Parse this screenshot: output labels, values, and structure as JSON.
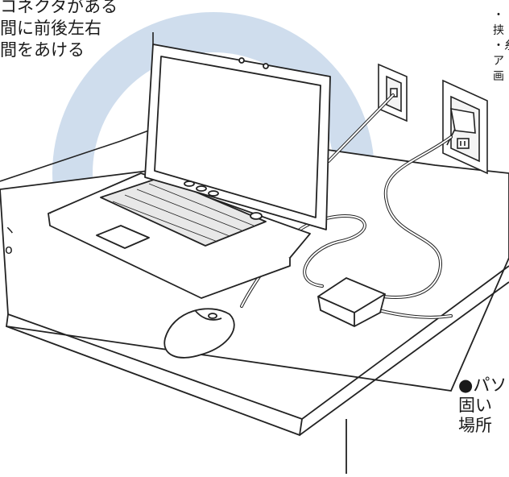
{
  "captions": {
    "top_left": [
      "コネクタがある",
      "間に前後左右",
      "間をあける"
    ],
    "top_right": [
      "・",
      "挟",
      "・糸",
      "ア",
      "画"
    ],
    "bottom_right": [
      "●パソ",
      "固い",
      "場所"
    ],
    "left_marks": [
      "ヽ",
      "o"
    ]
  },
  "colors": {
    "highlight_circle": "#cfdded",
    "line": "#222222",
    "desk_top": "#ffffff",
    "laptop_screen": "#ffffff"
  },
  "icons": {
    "wall_outlet": "power-outlet-icon",
    "wall_jack": "phone-jack-icon"
  }
}
